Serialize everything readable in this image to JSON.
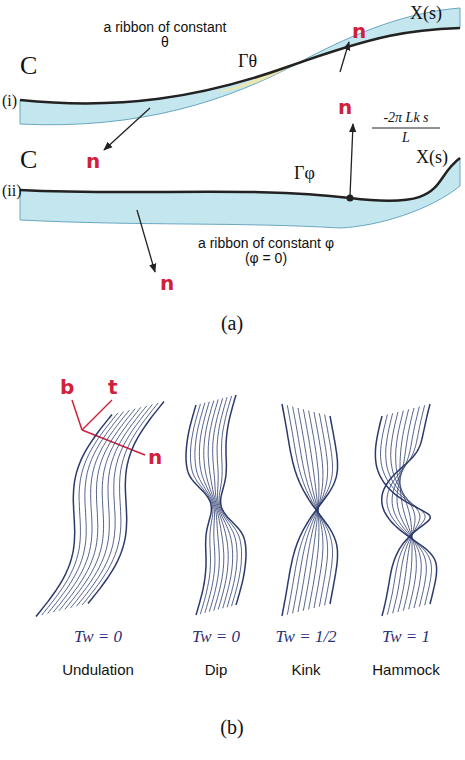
{
  "diagram": {
    "labels": [
      "n",
      "X(s)",
      "a ribbon of constant θ",
      "Γθ",
      "C",
      "(i)",
      "n",
      "n",
      "-2π Lk s",
      "L",
      "Γφ",
      "X(s)",
      "C",
      "(ii)",
      "a ribbon of constant φ (φ = 0)",
      "n",
      "(a)",
      "b",
      "t",
      "n",
      "Tw = 0",
      "Tw = 0",
      "Tw = 1/2",
      "Tw = 1",
      "Undulation",
      "Dip",
      "Kink",
      "Hammock",
      "(b)"
    ]
  }
}
